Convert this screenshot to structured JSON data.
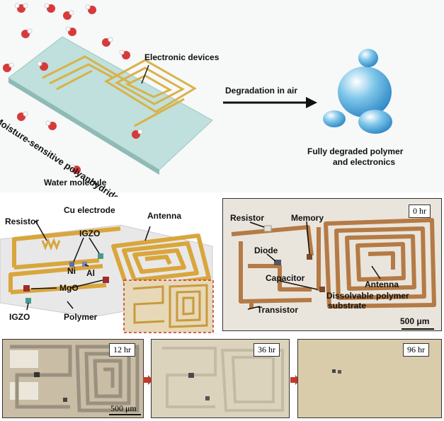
{
  "top": {
    "substrate_label": "Moisture-sensitive polyanhydride substrate",
    "devices_label": "Electronic devices",
    "degradation_label": "Degradation in air",
    "water_label": "Water molecule",
    "degraded_line1": "Fully degraded polymer",
    "degraded_line2": "and electronics"
  },
  "schematic": {
    "resistor": "Resistor",
    "cu_electrode": "Cu electrode",
    "antenna": "Antenna",
    "igzo_top": "IGZO",
    "ni": "Ni",
    "al": "Al",
    "mgo": "MgO",
    "igzo_bottom": "IGZO",
    "polymer": "Polymer"
  },
  "photo0": {
    "time": "0 hr",
    "resistor": "Resistor",
    "memory": "Memory",
    "diode": "Diode",
    "capacitor": "Capacitor",
    "antenna": "Antenna",
    "dissolvable": "Dissolvable polymer",
    "substrate": "substrate",
    "transistor": "Transistor",
    "scale": "500 μm"
  },
  "series": {
    "t12": "12 hr",
    "t36": "36 hr",
    "t96": "96 hr",
    "scale": "500 μm"
  },
  "colors": {
    "gold": "#d9b24a",
    "copper": "#b57a45",
    "water_red": "#d83a3a",
    "arrow_red": "#c0392b",
    "substrate": "#bfe0dc"
  }
}
